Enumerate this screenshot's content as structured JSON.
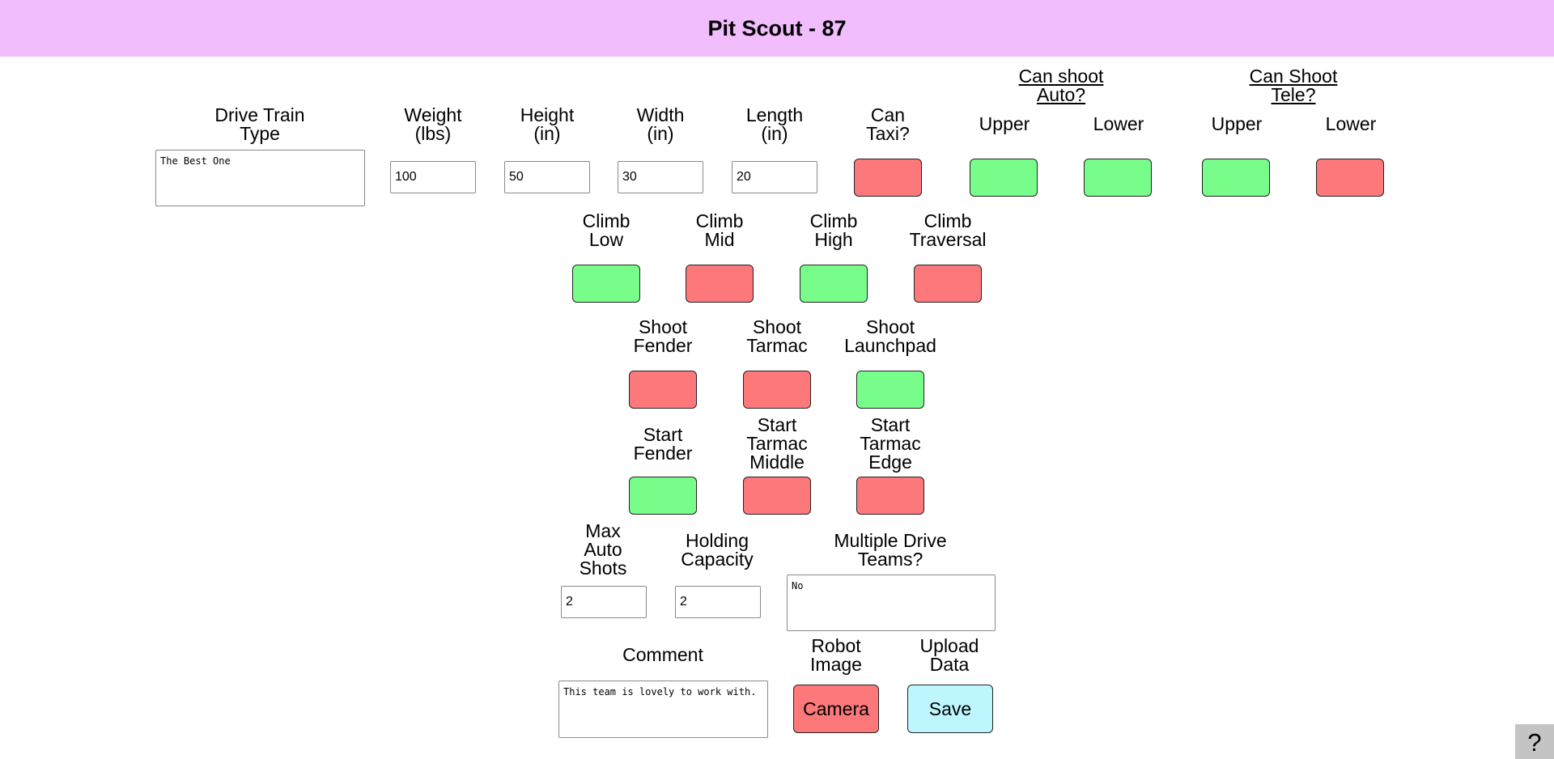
{
  "header": {
    "title": "Pit Scout - 87"
  },
  "groups": {
    "auto": "Can shoot\nAuto?",
    "tele": "Can Shoot\nTele?"
  },
  "row1": {
    "drive_train": {
      "label": "Drive Train\nType",
      "value": "The Best One"
    },
    "weight": {
      "label": "Weight\n(lbs)",
      "value": "100"
    },
    "height": {
      "label": "Height\n(in)",
      "value": "50"
    },
    "width": {
      "label": "Width\n(in)",
      "value": "30"
    },
    "length": {
      "label": "Length\n(in)",
      "value": "20"
    },
    "taxi": {
      "label": "Can\nTaxi?",
      "state": "off"
    },
    "auto_upper": {
      "label": "Upper",
      "state": "on"
    },
    "auto_lower": {
      "label": "Lower",
      "state": "on"
    },
    "tele_upper": {
      "label": "Upper",
      "state": "on"
    },
    "tele_lower": {
      "label": "Lower",
      "state": "off"
    }
  },
  "climb": {
    "low": {
      "label": "Climb\nLow",
      "state": "on"
    },
    "mid": {
      "label": "Climb\nMid",
      "state": "off"
    },
    "high": {
      "label": "Climb\nHigh",
      "state": "on"
    },
    "traversal": {
      "label": "Climb\nTraversal",
      "state": "off"
    }
  },
  "shoot": {
    "fender": {
      "label": "Shoot\nFender",
      "state": "off"
    },
    "tarmac": {
      "label": "Shoot\nTarmac",
      "state": "off"
    },
    "launchpad": {
      "label": "Shoot\nLaunchpad",
      "state": "on"
    }
  },
  "start": {
    "fender": {
      "label": "Start\nFender",
      "state": "on"
    },
    "tarmac_middle": {
      "label": "Start\nTarmac\nMiddle",
      "state": "off"
    },
    "tarmac_edge": {
      "label": "Start\nTarmac\nEdge",
      "state": "off"
    }
  },
  "misc": {
    "max_auto": {
      "label": "Max\nAuto\nShots",
      "value": "2"
    },
    "holding": {
      "label": "Holding\nCapacity",
      "value": "2"
    },
    "multi_drive": {
      "label": "Multiple Drive\nTeams?",
      "value": "No"
    }
  },
  "bottom": {
    "comment": {
      "label": "Comment",
      "value": "This team is lovely to work with."
    },
    "robot_image": {
      "label": "Robot\nImage",
      "button": "Camera"
    },
    "upload": {
      "label": "Upload\nData",
      "button": "Save"
    }
  },
  "help": {
    "label": "?"
  },
  "colors": {
    "header": "#f1bdfd",
    "on": "#78fd8a",
    "off": "#fd787b",
    "save": "#bdf7fd",
    "help": "#c4c4c4"
  }
}
